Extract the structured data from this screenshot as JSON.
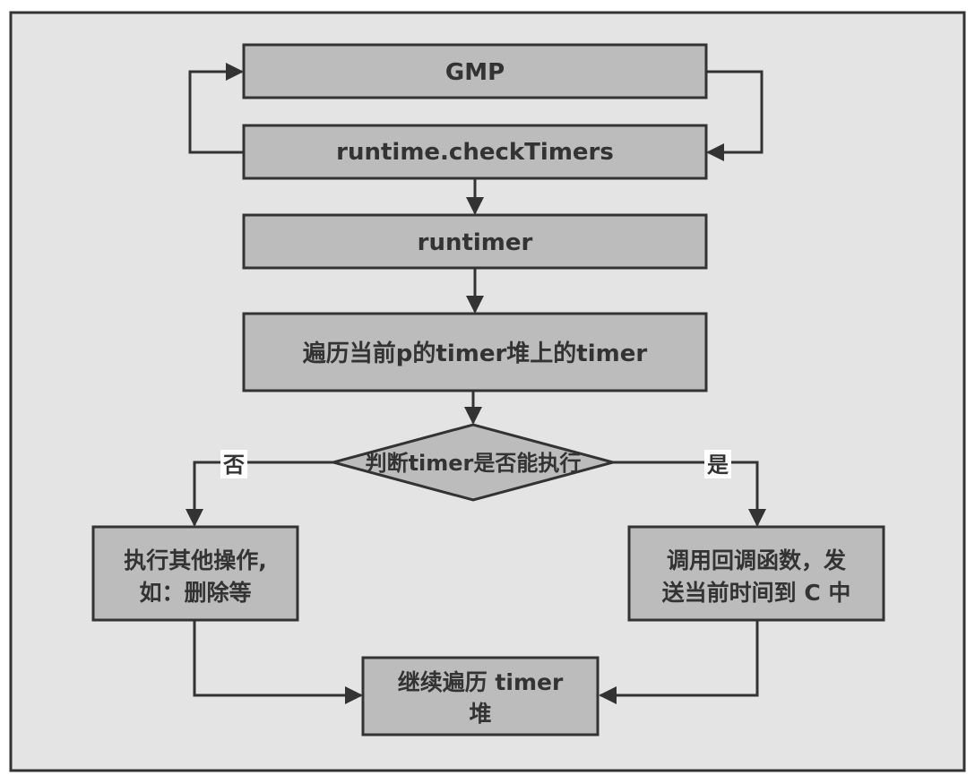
{
  "colors": {
    "background": "#e4e4e4",
    "node_fill": "#bcbcbc",
    "stroke": "#333333",
    "text": "#333333",
    "label_bg": "#ffffff"
  },
  "nodes": {
    "gmp": "GMP",
    "check_timers": "runtime.checkTimers",
    "runtimer": "runtimer",
    "traverse_heap": "遍历当前p的timer堆上的timer",
    "decision": "判断timer是否能执行",
    "other_ops": [
      "执行其他操作,",
      "如：删除等"
    ],
    "callback": [
      "调用回调函数，发",
      "送当前时间到 C 中"
    ],
    "continue": [
      "继续遍历 timer",
      "堆"
    ]
  },
  "edge_labels": {
    "no": "否",
    "yes": "是"
  }
}
